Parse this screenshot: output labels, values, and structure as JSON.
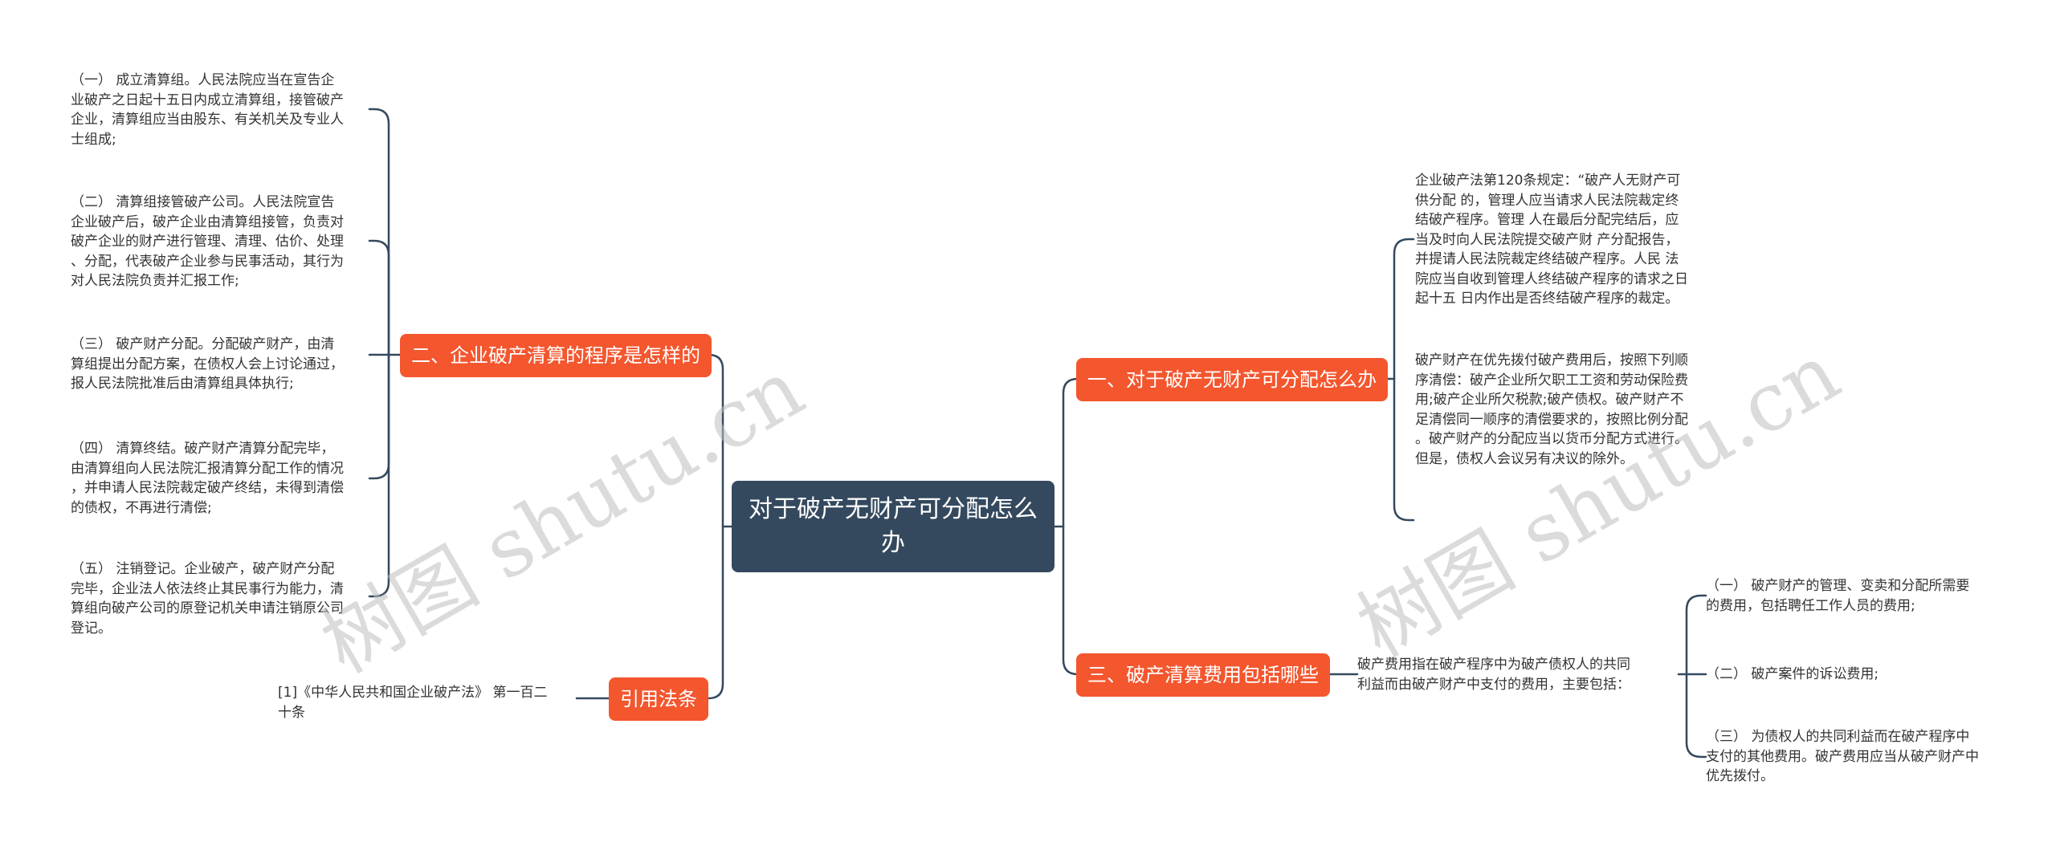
{
  "colors": {
    "root_bg": "#34495e",
    "branch_bg": "#f4562e",
    "line": "#34495e",
    "text": "#333333"
  },
  "root": {
    "text": "对于破产无财产可分配怎么办"
  },
  "branches": {
    "b1": {
      "label": "一、对于破产无财产可分配怎么办"
    },
    "b2": {
      "label": "二、企业破产清算的程序是怎样的"
    },
    "b3": {
      "label": "三、破产清算费用包括哪些"
    },
    "b4": {
      "label": "引用法条"
    }
  },
  "leaves": {
    "b1_1": "企业破产法第120条规定：“破产人无财产可\n供分配 的，管理人应当请求人民法院裁定终\n结破产程序。管理 人在最后分配完结后，应\n当及时向人民法院提交破产财 产分配报告，\n并提请人民法院裁定终结破产程序。人民 法\n院应当自收到管理人终结破产程序的请求之日\n起十五 日内作出是否终结破产程序的裁定。",
    "b1_2": "破产财产在优先拨付破产费用后，按照下列顺\n序清偿：破产企业所欠职工工资和劳动保险费\n用;破产企业所欠税款;破产债权。破产财产不\n足清偿同一顺序的清偿要求的，按照比例分配\n。破产财产的分配应当以货币分配方式进行。\n但是，债权人会议另有决议的除外。",
    "b2_1": "（一） 成立清算组。人民法院应当在宣告企\n业破产之日起十五日内成立清算组，接管破产\n企业，清算组应当由股东、有关机关及专业人\n士组成;",
    "b2_2": "（二） 清算组接管破产公司。人民法院宣告\n企业破产后，破产企业由清算组接管，负责对\n破产企业的财产进行管理、清理、估价、处理\n、分配，代表破产企业参与民事活动，其行为\n对人民法院负责并汇报工作;",
    "b2_3": "（三） 破产财产分配。分配破产财产，由清\n算组提出分配方案，在债权人会上讨论通过，\n报人民法院批准后由清算组具体执行;",
    "b2_4": "（四） 清算终结。破产财产清算分配完毕，\n由清算组向人民法院汇报清算分配工作的情况\n，并申请人民法院裁定破产终结，未得到清偿\n的债权，不再进行清偿;",
    "b2_5": "（五） 注销登记。企业破产，破产财产分配\n完毕，企业法人依法终止其民事行为能力，清\n算组向破产公司的原登记机关申请注销原公司\n登记。",
    "b3_main": "破产费用指在破产程序中为破产债权人的共同\n利益而由破产财产中支付的费用，主要包括：",
    "b3_1": "（一） 破产财产的管理、变卖和分配所需要\n的费用，包括聘任工作人员的费用;",
    "b3_2": "（二） 破产案件的诉讼费用;",
    "b3_3": "（三） 为债权人的共同利益而在破产程序中\n支付的其他费用。破产费用应当从破产财产中\n优先拨付。",
    "b4_1": "[1]《中华人民共和国企业破产法》 第一百二\n十条"
  },
  "watermarks": [
    "树图 shutu.cn",
    "树图 shutu.cn"
  ]
}
